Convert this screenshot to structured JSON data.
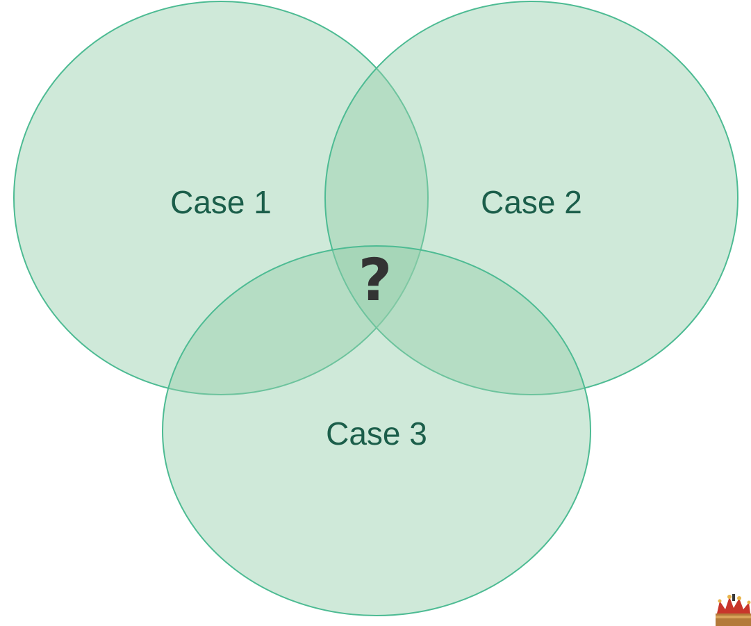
{
  "diagram": {
    "sets": [
      {
        "label": "Case 1"
      },
      {
        "label": "Case 2"
      },
      {
        "label": "Case 3"
      }
    ],
    "center_symbol": "?",
    "corner_icon": "crown-icon"
  },
  "colors": {
    "circle_fill": "#94ceaa",
    "circle_stroke": "#4dbb93",
    "label_text": "#1b5e4a",
    "question_mark": "#333333"
  }
}
